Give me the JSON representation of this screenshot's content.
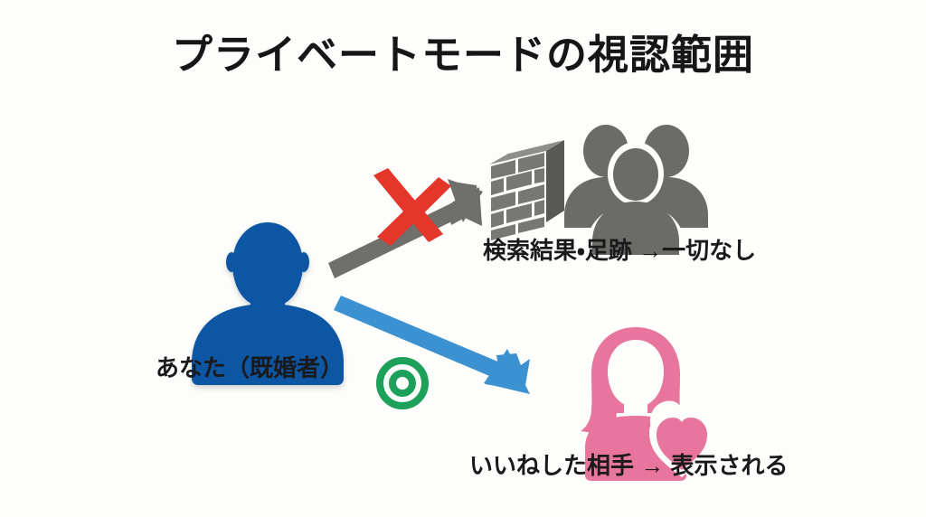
{
  "page": {
    "title": "プライベートモードの視認範囲",
    "background_color": "#fdfdfb",
    "text_color": "#1a1a1a"
  },
  "diagram": {
    "type": "concept-diagram",
    "source_node": {
      "icon": "person-silhouette-icon",
      "label": "あなた（既婚者）",
      "color": "#0f56a3"
    },
    "branches": [
      {
        "id": "blocked",
        "arrow": {
          "icon": "arrow-up-right-icon",
          "color": "#6f6f6c",
          "state": "blocked"
        },
        "overlay": {
          "icon": "red-cross-icon",
          "color": "#e8382f",
          "meaning": "不可"
        },
        "target_icons": [
          {
            "icon": "brick-wall-icon",
            "color": "#6f6f6c"
          },
          {
            "icon": "people-group-icon",
            "color": "#6b6b68"
          }
        ],
        "label": "検索結果・足跡 →一切なし"
      },
      {
        "id": "visible",
        "arrow": {
          "icon": "arrow-down-right-icon",
          "color": "#3c92d1",
          "state": "allowed"
        },
        "overlay": {
          "icon": "green-double-circle-icon",
          "color": "#1ca05a",
          "meaning": "可"
        },
        "target_icons": [
          {
            "icon": "woman-with-heart-icon",
            "color": "#e8759d"
          }
        ],
        "label": "いいねした相手 → 表示される"
      }
    ]
  },
  "colors": {
    "blue_person": "#0f56a3",
    "gray": "#6b6b68",
    "wall_gray": "#777774",
    "red": "#e8382f",
    "arrow_blue": "#3c92d1",
    "green": "#1ca05a",
    "pink": "#e8759d",
    "background": "#fdfdfb"
  }
}
